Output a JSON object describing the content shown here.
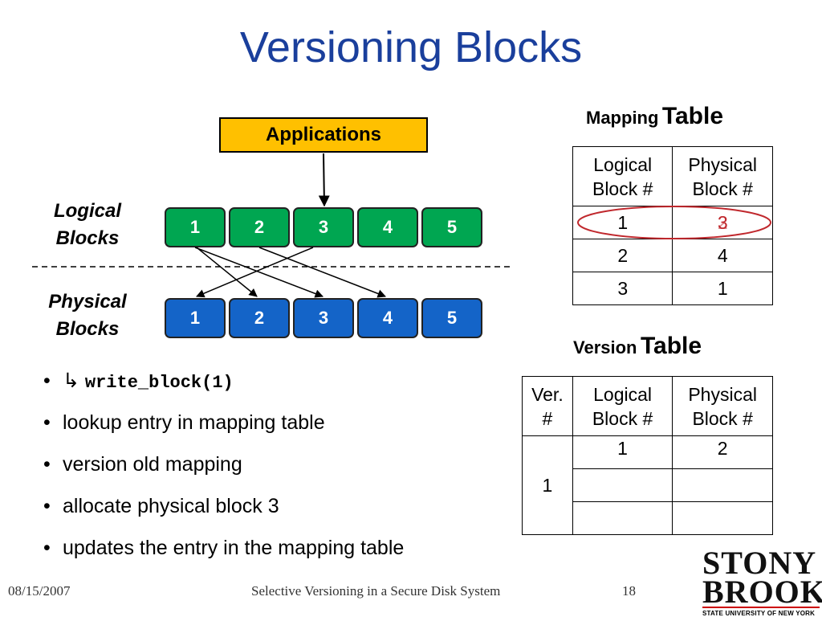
{
  "title": "Versioning Blocks",
  "applications_label": "Applications",
  "logical_label": [
    "Logical",
    "Blocks"
  ],
  "physical_label": [
    "Physical",
    "Blocks"
  ],
  "logical_blocks": [
    "1",
    "2",
    "3",
    "4",
    "5"
  ],
  "physical_blocks": [
    "1",
    "2",
    "3",
    "4",
    "5"
  ],
  "bullets": {
    "code_arrow": "↳",
    "code": "write_block(1)",
    "items": [
      "lookup entry in mapping table",
      "version old mapping",
      "allocate physical block 3",
      "updates the entry in the mapping table"
    ]
  },
  "mapping_table": {
    "title_small": "Mapping",
    "title_big": "Table",
    "headers": [
      [
        "Logical",
        "Block #"
      ],
      [
        "Physical",
        "Block #"
      ]
    ],
    "rows": [
      [
        "1",
        "3"
      ],
      [
        "2",
        "4"
      ],
      [
        "3",
        "1"
      ]
    ],
    "highlight_overlay": "2"
  },
  "version_table": {
    "title_small": "Version",
    "title_big": "Table",
    "headers": [
      [
        "Ver.",
        "#"
      ],
      [
        "Logical",
        "Block #"
      ],
      [
        "Physical",
        "Block #"
      ]
    ],
    "version": "1",
    "rows": [
      [
        "1",
        "2"
      ],
      [
        "",
        ""
      ],
      [
        "",
        ""
      ]
    ]
  },
  "footer": {
    "date": "08/15/2007",
    "title": "Selective Versioning in a Secure Disk System",
    "page": "18"
  },
  "logo": {
    "line1": "STONY",
    "line2": "BROOK",
    "sub": "STATE UNIVERSITY OF NEW YORK",
    "colors": {
      "red": "#c8102e"
    }
  },
  "colors": {
    "title": "#1a3f9c",
    "applications": "#ffc000",
    "logical_block": "#00a651",
    "physical_block": "#1464c8",
    "highlight": "#c0282d"
  }
}
